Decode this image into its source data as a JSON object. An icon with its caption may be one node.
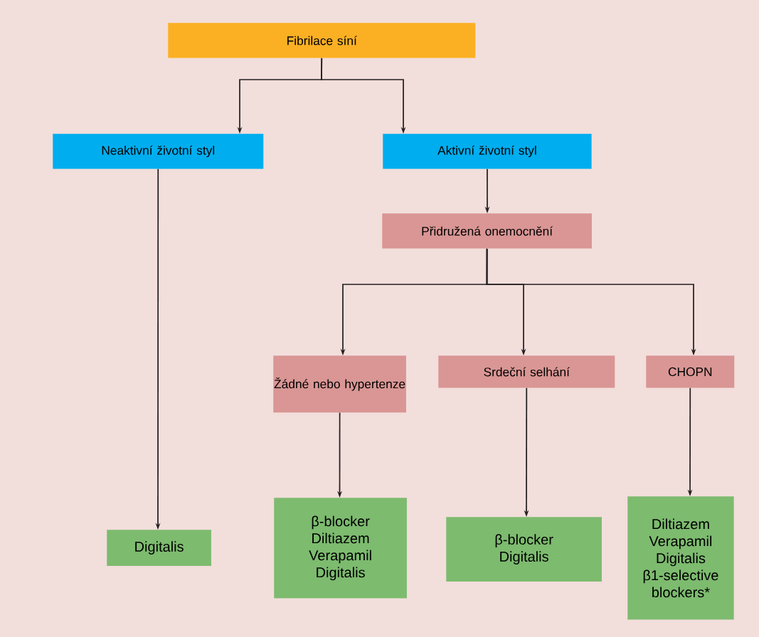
{
  "diagram": {
    "nodes": [
      {
        "text": [
          "Fibrilace síní"
        ]
      },
      {
        "text": [
          "Neaktivní životní styl"
        ]
      },
      {
        "text": [
          "Aktivní životní styl"
        ]
      },
      {
        "text": [
          "Přidružená onemocnění"
        ]
      },
      {
        "text": [
          "Žádné nebo hypertenze"
        ]
      },
      {
        "text": [
          "Srdeční selhání"
        ]
      },
      {
        "text": [
          "CHOPN"
        ]
      },
      {
        "text": [
          "Digitalis"
        ]
      },
      {
        "text": [
          "β-blocker",
          "Diltiazem",
          "Verapamil",
          "Digitalis"
        ]
      },
      {
        "text": [
          "β-blocker",
          "Digitalis"
        ]
      },
      {
        "text": [
          "Diltiazem",
          "Verapamil",
          "Digitalis",
          "β1-selective blockers*"
        ]
      }
    ],
    "edges": [
      {
        "from": 0,
        "to": 1,
        "arrow": "to"
      },
      {
        "from": 0,
        "to": 2,
        "arrow": "to"
      },
      {
        "from": 1,
        "to": 7,
        "arrow": "to"
      },
      {
        "from": 2,
        "to": 3,
        "arrow": "to"
      },
      {
        "from": 3,
        "to": 4,
        "arrow": "to"
      },
      {
        "from": 3,
        "to": 5,
        "arrow": "to"
      },
      {
        "from": 3,
        "to": 6,
        "arrow": "to"
      },
      {
        "from": 4,
        "to": 8,
        "arrow": "to"
      },
      {
        "from": 5,
        "to": 9,
        "arrow": "to"
      },
      {
        "from": 6,
        "to": 10,
        "arrow": "to"
      }
    ]
  }
}
